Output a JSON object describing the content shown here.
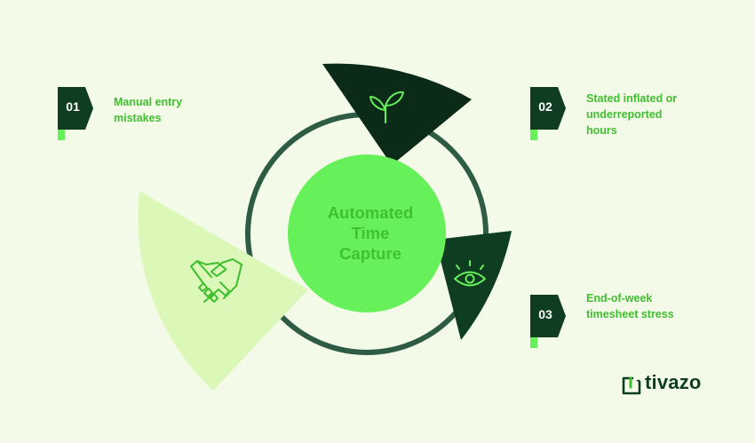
{
  "center": {
    "lines": [
      "Automated",
      "Time",
      "Capture"
    ]
  },
  "items": [
    {
      "number": "01",
      "lines": [
        "Manual entry",
        "mistakes"
      ]
    },
    {
      "number": "02",
      "lines": [
        "Stated inflated or",
        "underreported",
        "hours"
      ]
    },
    {
      "number": "03",
      "lines": [
        "End-of-week",
        "timesheet stress"
      ]
    }
  ],
  "icons": {
    "top_segment": "sprout-icon",
    "right_segment": "eye-icon",
    "left_segment": "handshake-icon"
  },
  "brand": {
    "name": "tivazo"
  },
  "colors": {
    "background": "#f3fbe8",
    "dark_green": "#0b2a17",
    "forest_green": "#0f3d22",
    "ring": "#2d5b43",
    "center_fill": "#66f05a",
    "light_segment": "#dcf8b8",
    "accent": "#3fbf2e"
  }
}
